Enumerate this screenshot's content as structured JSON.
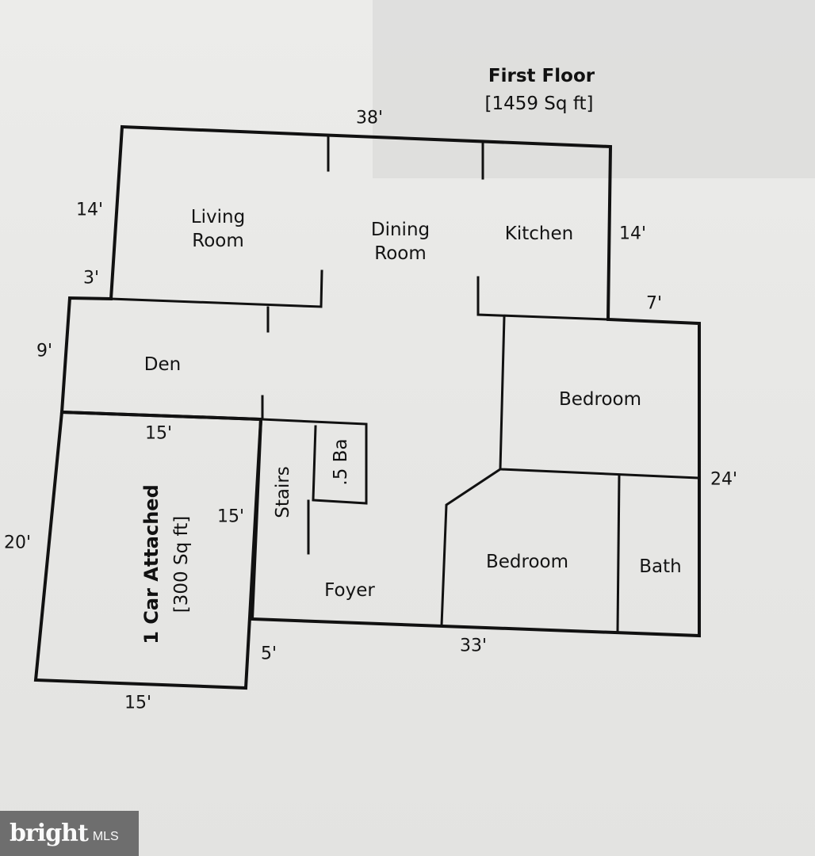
{
  "plan": {
    "title": "First Floor",
    "area": "[1459 Sq ft]"
  },
  "rooms": {
    "living_line1": "Living",
    "living_line2": "Room",
    "dining_line1": "Dining",
    "dining_line2": "Room",
    "kitchen": "Kitchen",
    "den": "Den",
    "bedroom_upper": "Bedroom",
    "bedroom_lower": "Bedroom",
    "bath": "Bath",
    "foyer": "Foyer",
    "stairs": "Stairs",
    "half_bath": ".5 Ba"
  },
  "garage": {
    "name": "1 Car Attached",
    "area": "[300 Sq ft]"
  },
  "dimensions": {
    "top_width": "38'",
    "living_depth": "14'",
    "kitchen_depth": "14'",
    "step_left": "3'",
    "step_right": "7'",
    "den_depth": "9'",
    "garage_top": "15'",
    "garage_inner": "15'",
    "left_total": "20'",
    "right_depth": "24'",
    "foyer_step": "5'",
    "bottom_width": "33'",
    "garage_bottom": "15'"
  },
  "watermark": {
    "brand": "bright",
    "suffix": "MLS"
  }
}
